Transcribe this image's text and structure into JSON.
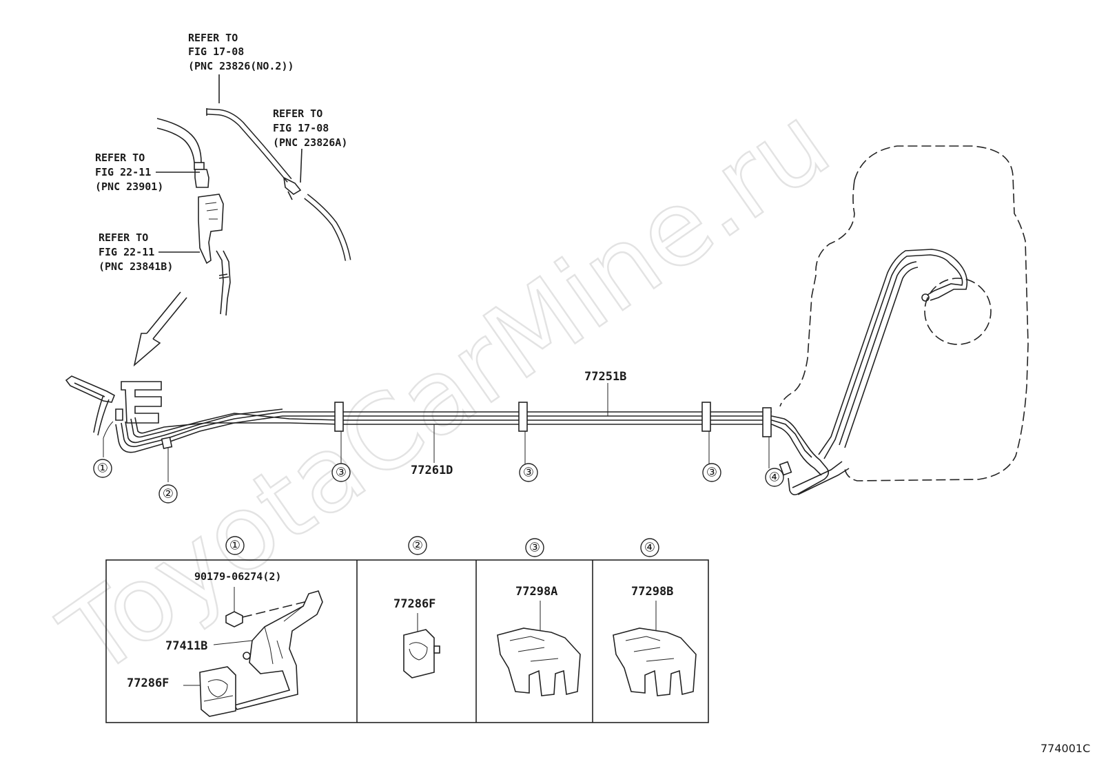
{
  "watermark": "ToyotaCarMine.ru",
  "figure_id": "774001C",
  "refer_labels": [
    {
      "l1": "REFER TO",
      "l2": "FIG 17-08",
      "l3": "(PNC 23826(NO.2))"
    },
    {
      "l1": "REFER TO",
      "l2": "FIG 17-08",
      "l3": "(PNC 23826A)"
    },
    {
      "l1": "REFER TO",
      "l2": "FIG 22-11",
      "l3": "(PNC 23901)"
    },
    {
      "l1": "REFER TO",
      "l2": "FIG 22-11",
      "l3": "(PNC 23841B)"
    }
  ],
  "main_parts": {
    "tube_upper": "77251B",
    "tube_lower": "77261D"
  },
  "callouts": [
    "①",
    "②",
    "③",
    "③",
    "③",
    "④"
  ],
  "detail_boxes": [
    {
      "num": "①",
      "parts": [
        "90179-06274(2)",
        "77411B",
        "77286F"
      ]
    },
    {
      "num": "②",
      "parts": [
        "77286F"
      ]
    },
    {
      "num": "③",
      "parts": [
        "77298A"
      ]
    },
    {
      "num": "④",
      "parts": [
        "77298B"
      ]
    }
  ]
}
